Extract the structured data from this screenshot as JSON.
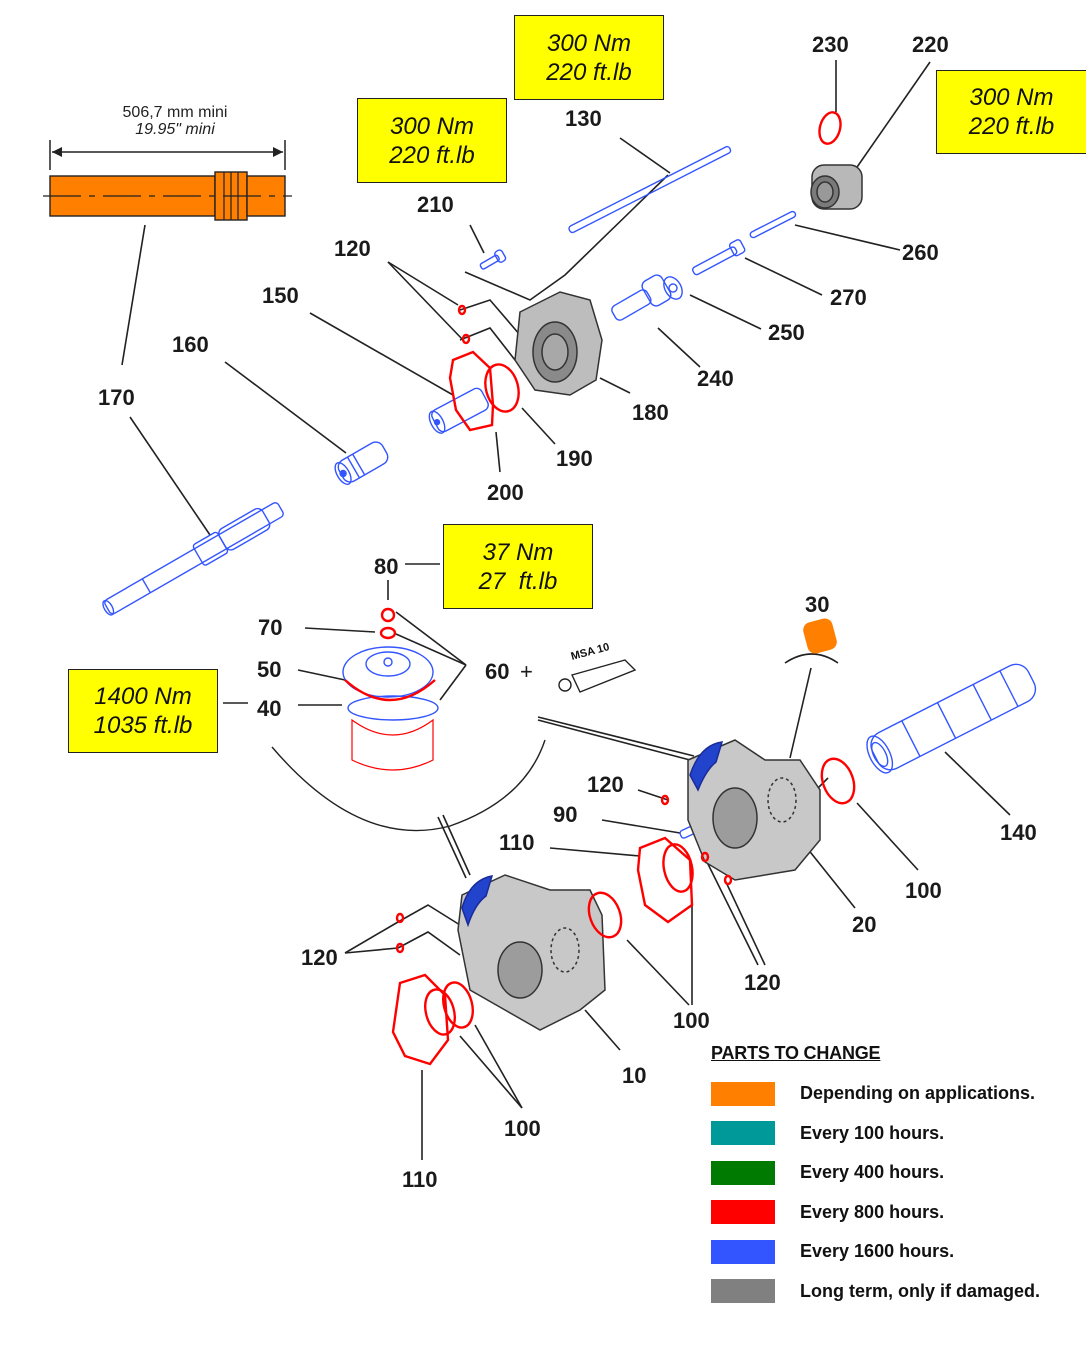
{
  "colors": {
    "orange": "#ff7f00",
    "teal": "#009999",
    "green": "#007a00",
    "red": "#ff0000",
    "blue": "#3355ff",
    "gray": "#808080",
    "torque_box": "#ffff00",
    "housing": "#c8c8c8"
  },
  "dimension": {
    "metric": "506,7 mm mini",
    "imperial": "19.95\" mini"
  },
  "torque_boxes": [
    {
      "id": "torque-130",
      "nm": "300 Nm",
      "ftlb": "220 ft.lb"
    },
    {
      "id": "torque-180",
      "nm": "300 Nm",
      "ftlb": "220 ft.lb"
    },
    {
      "id": "torque-220",
      "nm": "300 Nm",
      "ftlb": "220 ft.lb"
    },
    {
      "id": "torque-80",
      "nm": "37 Nm",
      "ftlb": "27  ft.lb"
    },
    {
      "id": "torque-40",
      "nm": "1400 Nm",
      "ftlb": "1035 ft.lb"
    }
  ],
  "callouts": {
    "c230": "230",
    "c220": "220",
    "c130": "130",
    "c210": "210",
    "c120a": "120",
    "c150": "150",
    "c160": "160",
    "c170": "170",
    "c260": "260",
    "c270": "270",
    "c250": "250",
    "c240": "240",
    "c180": "180",
    "c190": "190",
    "c200": "200",
    "c80": "80",
    "c70": "70",
    "c50": "50",
    "c40": "40",
    "c60": "60",
    "c60plus": "+",
    "c30": "30",
    "c120b": "120",
    "c90": "90",
    "c110a": "110",
    "c140": "140",
    "c100a": "100",
    "c20": "20",
    "c120c": "120",
    "c120d": "120",
    "c100b": "100",
    "c10": "10",
    "c100c": "100",
    "c110b": "110"
  },
  "grease_tube_label": "MSA 10",
  "legend": {
    "title": "PARTS TO CHANGE",
    "items": [
      {
        "color": "#ff7f00",
        "label": "Depending on applications."
      },
      {
        "color": "#009999",
        "label": "Every 100 hours."
      },
      {
        "color": "#007a00",
        "label": "Every 400 hours."
      },
      {
        "color": "#ff0000",
        "label": "Every 800 hours."
      },
      {
        "color": "#3355ff",
        "label": "Every 1600 hours."
      },
      {
        "color": "#808080",
        "label": "Long term, only if damaged."
      }
    ]
  }
}
